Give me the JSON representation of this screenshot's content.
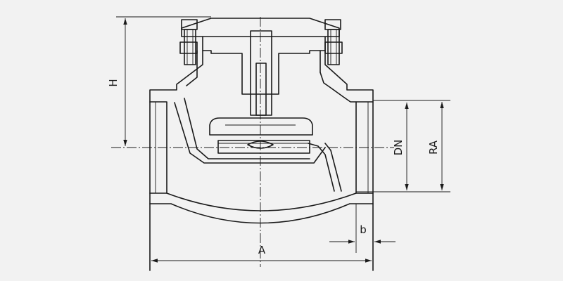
{
  "labels": {
    "height": "H",
    "nominal_diameter": "DN",
    "connection_diameter": "RA",
    "flange_thickness": "b",
    "face_to_face": "A"
  }
}
